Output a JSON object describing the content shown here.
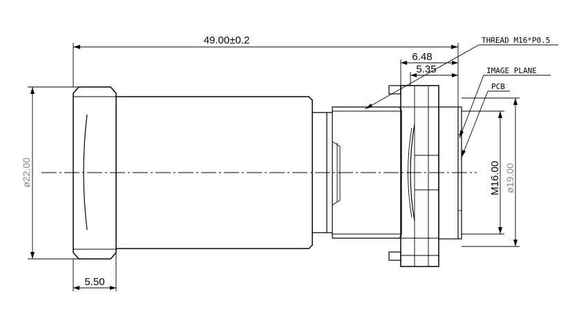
{
  "drawing": {
    "dimensions": {
      "overall_length": "49.00±0.2",
      "dim_648": "6.48",
      "dim_535": "5.35",
      "front_length": "5.50",
      "outer_diameter": "ø22.00",
      "thread_diameter": "M16.00",
      "pcb_diameter": "ø19.00"
    },
    "callouts": {
      "thread": "THREAD M16*P0.5",
      "image_plane": "IMAGE PLANE",
      "pcb": "PCB"
    }
  }
}
